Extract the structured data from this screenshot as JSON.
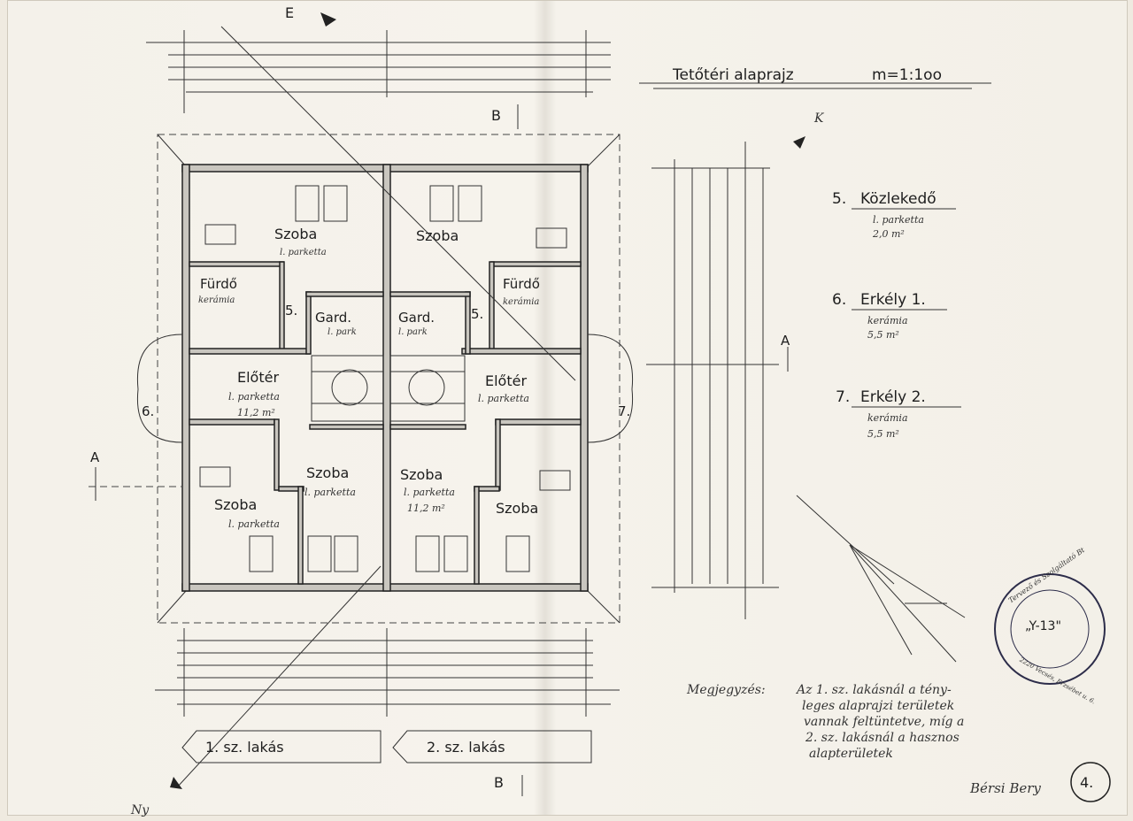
{
  "sheet": {
    "title": "Tetőtéri alaprajz",
    "scale": "m=1:1oo",
    "page_number": "4."
  },
  "rooms_left": {
    "szoba_top": {
      "name": "Szoba",
      "floor": "l. parketta"
    },
    "furdo": {
      "name": "Fürdő",
      "floor": "kerámia"
    },
    "number5": "5.",
    "gard": {
      "name": "Gard.",
      "floor": "l. park"
    },
    "eloter": {
      "name": "Előtér",
      "floor": "l. parketta",
      "area": "11,2 m²"
    },
    "number6": "6.",
    "szoba_mid": {
      "name": "Szoba",
      "floor": "l. parketta"
    },
    "szoba_bottom": {
      "name": "Szoba",
      "floor": "l. parketta"
    }
  },
  "rooms_right": {
    "szoba_top": {
      "name": "Szoba"
    },
    "furdo": {
      "name": "Fürdő",
      "floor": "kerámia"
    },
    "number5": "5.",
    "gard": {
      "name": "Gard.",
      "floor": "l. park"
    },
    "eloter": {
      "name": "Előtér",
      "floor": "l. parketta"
    },
    "number7": "7.",
    "szoba_mid": {
      "name": "Szoba",
      "floor": "l. parketta",
      "area": "11,2 m²"
    },
    "szoba_bottom": {
      "name": "Szoba"
    }
  },
  "section_marks": {
    "b_top": "B",
    "b_bottom": "B",
    "a_left": "A",
    "a_right": "A",
    "north_e": "E",
    "north_k": "K"
  },
  "legend": [
    {
      "number": "5.",
      "name": "Közlekedő",
      "floor": "l. parketta",
      "area": "2,0 m²"
    },
    {
      "number": "6.",
      "name": "Erkély 1.",
      "floor": "kerámia",
      "area": "5,5 m²"
    },
    {
      "number": "7.",
      "name": "Erkély 2.",
      "floor": "kerámia",
      "area": "5,5 m²"
    }
  ],
  "units": {
    "unit1": "1. sz. lakás",
    "unit2": "2. sz. lakás"
  },
  "note": {
    "label": "Megjegyzés:",
    "lines": [
      "Az 1. sz. lakásnál a tény-",
      "leges alaprajzi területek",
      "vannak feltüntetve, míg a",
      "2. sz. lakásnál a hasznos",
      "alapterületek"
    ]
  },
  "stamp": {
    "company": "Tervező és Szolgáltató Bt",
    "code": "„Y-13\"",
    "address": "2220 Vecsés, Erzsébet u. 6."
  },
  "signature": "Bérsi Bery",
  "corner_mark": "Ny"
}
